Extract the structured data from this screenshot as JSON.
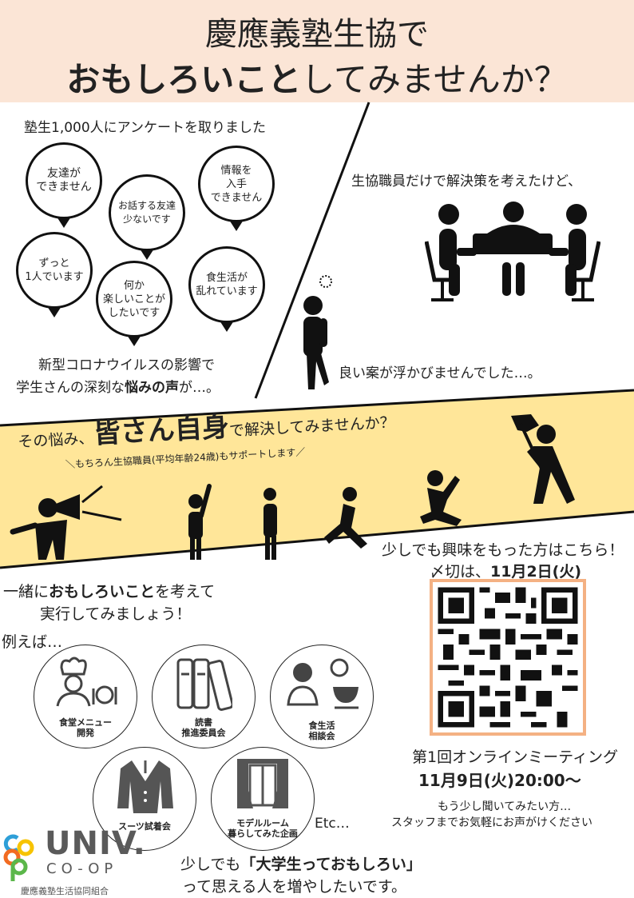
{
  "header": {
    "title_line1": "慶應義塾生協で",
    "title_line2_bold": "おもしろいこと",
    "title_line2_rest": "してみませんか？",
    "bg_color": "#fbe5d6"
  },
  "survey": {
    "heading": "塾生1,000人にアンケートを取りました",
    "bubbles": [
      {
        "text": "友達が\nできません"
      },
      {
        "text": "お話する友達\n少ないです"
      },
      {
        "text": "情報を\n入手\nできません"
      },
      {
        "text": "ずっと\n1人でいます"
      },
      {
        "text": "何か\n楽しいことが\nしたいです"
      },
      {
        "text": "食生活が\n乱れています"
      }
    ],
    "caption_line1": "新型コロナウイルスの影響で",
    "caption_line2_pre": "学生さんの深刻な",
    "caption_line2_bold": "悩みの声",
    "caption_line2_post": "が…。"
  },
  "staff": {
    "line1": "生協職員だけで解決策を考えたけど、",
    "line2": "良い案が浮かびませんでした…。"
  },
  "banner": {
    "pre": "その悩み、",
    "bold": "皆さん自身",
    "post": "で解決してみませんか？",
    "sub": "＼もちろん生協職員(平均年齢24歳)もサポートします／",
    "bg_color": "#ffe699"
  },
  "together": {
    "line1_pre": "一緒に",
    "line1_bold": "おもしろいこと",
    "line1_post": "を考えて",
    "line2": "実行してみましょう！",
    "examples_label": "例えば…",
    "examples": [
      {
        "label": "食堂メニュー\n開発",
        "icon": "chef-icon"
      },
      {
        "label": "読書\n推進委員会",
        "icon": "books-icon"
      },
      {
        "label": "食生活\n相談会",
        "icon": "consultation-icon"
      },
      {
        "label": "スーツ試着会",
        "icon": "suit-icon"
      },
      {
        "label": "モデルルーム\n暮らしてみた企画",
        "icon": "window-curtain-icon"
      }
    ],
    "etc": "Etc…"
  },
  "cta": {
    "interest": "少しでも興味をもった方はこちら！",
    "deadline_pre": "〆切は、",
    "deadline_bold": "11月2日(火)",
    "qr_border_color": "#f4b183",
    "meeting_title": "第1回オンラインミーティング",
    "meeting_datetime": "11月9日(火)20:00〜",
    "contact_line1": "もう少し聞いてみたい方…",
    "contact_line2": "スタッフまでお気軽にお声がけください"
  },
  "closing": {
    "line1_pre": "少しでも",
    "line1_bold": "「大学生っておもしろい」",
    "line2": "って思える人を増やしたいです。"
  },
  "logo": {
    "main": "UNIV.",
    "sub": "CO-OP",
    "org": "慶應義塾生活協同組合"
  }
}
